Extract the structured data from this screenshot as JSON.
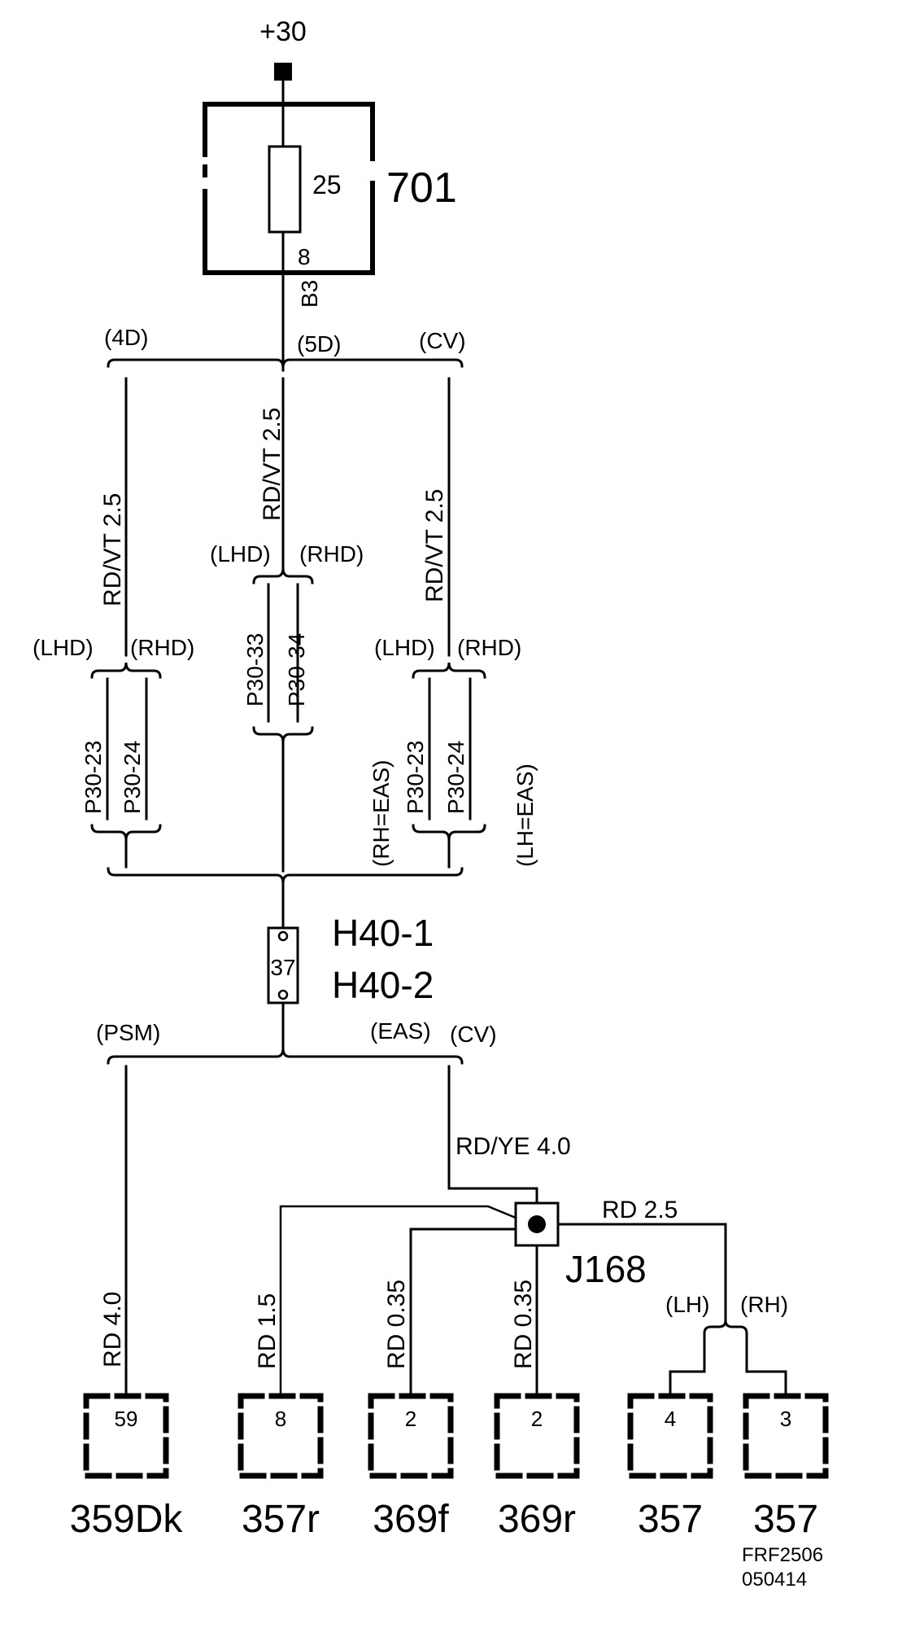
{
  "supply": {
    "label": "+30"
  },
  "fuse": {
    "rating": "25",
    "box_id": "701",
    "pin": "8",
    "connector": "B3"
  },
  "top_split": {
    "left": "(4D)",
    "middle": "(5D)",
    "right": "(CV)"
  },
  "wires": {
    "left": "RD/VT  2.5",
    "middle": "RD/VT  2.5",
    "right": "RD/VT  2.5"
  },
  "branches": {
    "left": {
      "lhd": "(LHD)",
      "rhd": "(RHD)",
      "a": "P30-23",
      "b": "P30-24"
    },
    "middle": {
      "lhd": "(LHD)",
      "rhd": "(RHD)",
      "a": "P30-33",
      "b": "P30-34"
    },
    "right": {
      "lhd": "(LHD)",
      "rhd": "(RHD)",
      "a": "P30-23",
      "b": "P30-24",
      "note_rh": "(RH=EAS)",
      "note_lh": "(LH=EAS)"
    }
  },
  "connector_h40": {
    "pin": "37",
    "id1": "H40-1",
    "id2": "H40-2"
  },
  "bottom_split": {
    "psm": "(PSM)",
    "eas": "(EAS)",
    "cv": "(CV)"
  },
  "feed_wire": "RD/YE  4.0",
  "splice": {
    "id": "J168",
    "out_wire": "RD  2.5",
    "lh": "(LH)",
    "rh": "(RH)"
  },
  "drop_wires": {
    "w359": "RD  4.0",
    "w357r": "RD  1.5",
    "w369f": "RD  0.35",
    "w369r": "RD  0.35"
  },
  "connectors": [
    {
      "pin": "59",
      "name": "359Dk"
    },
    {
      "pin": "8",
      "name": "357r"
    },
    {
      "pin": "2",
      "name": "369f"
    },
    {
      "pin": "2",
      "name": "369r"
    },
    {
      "pin": "4",
      "name": "357"
    },
    {
      "pin": "3",
      "name": "357"
    }
  ],
  "footer": {
    "ref": "FRF2506",
    "date": "050414"
  }
}
